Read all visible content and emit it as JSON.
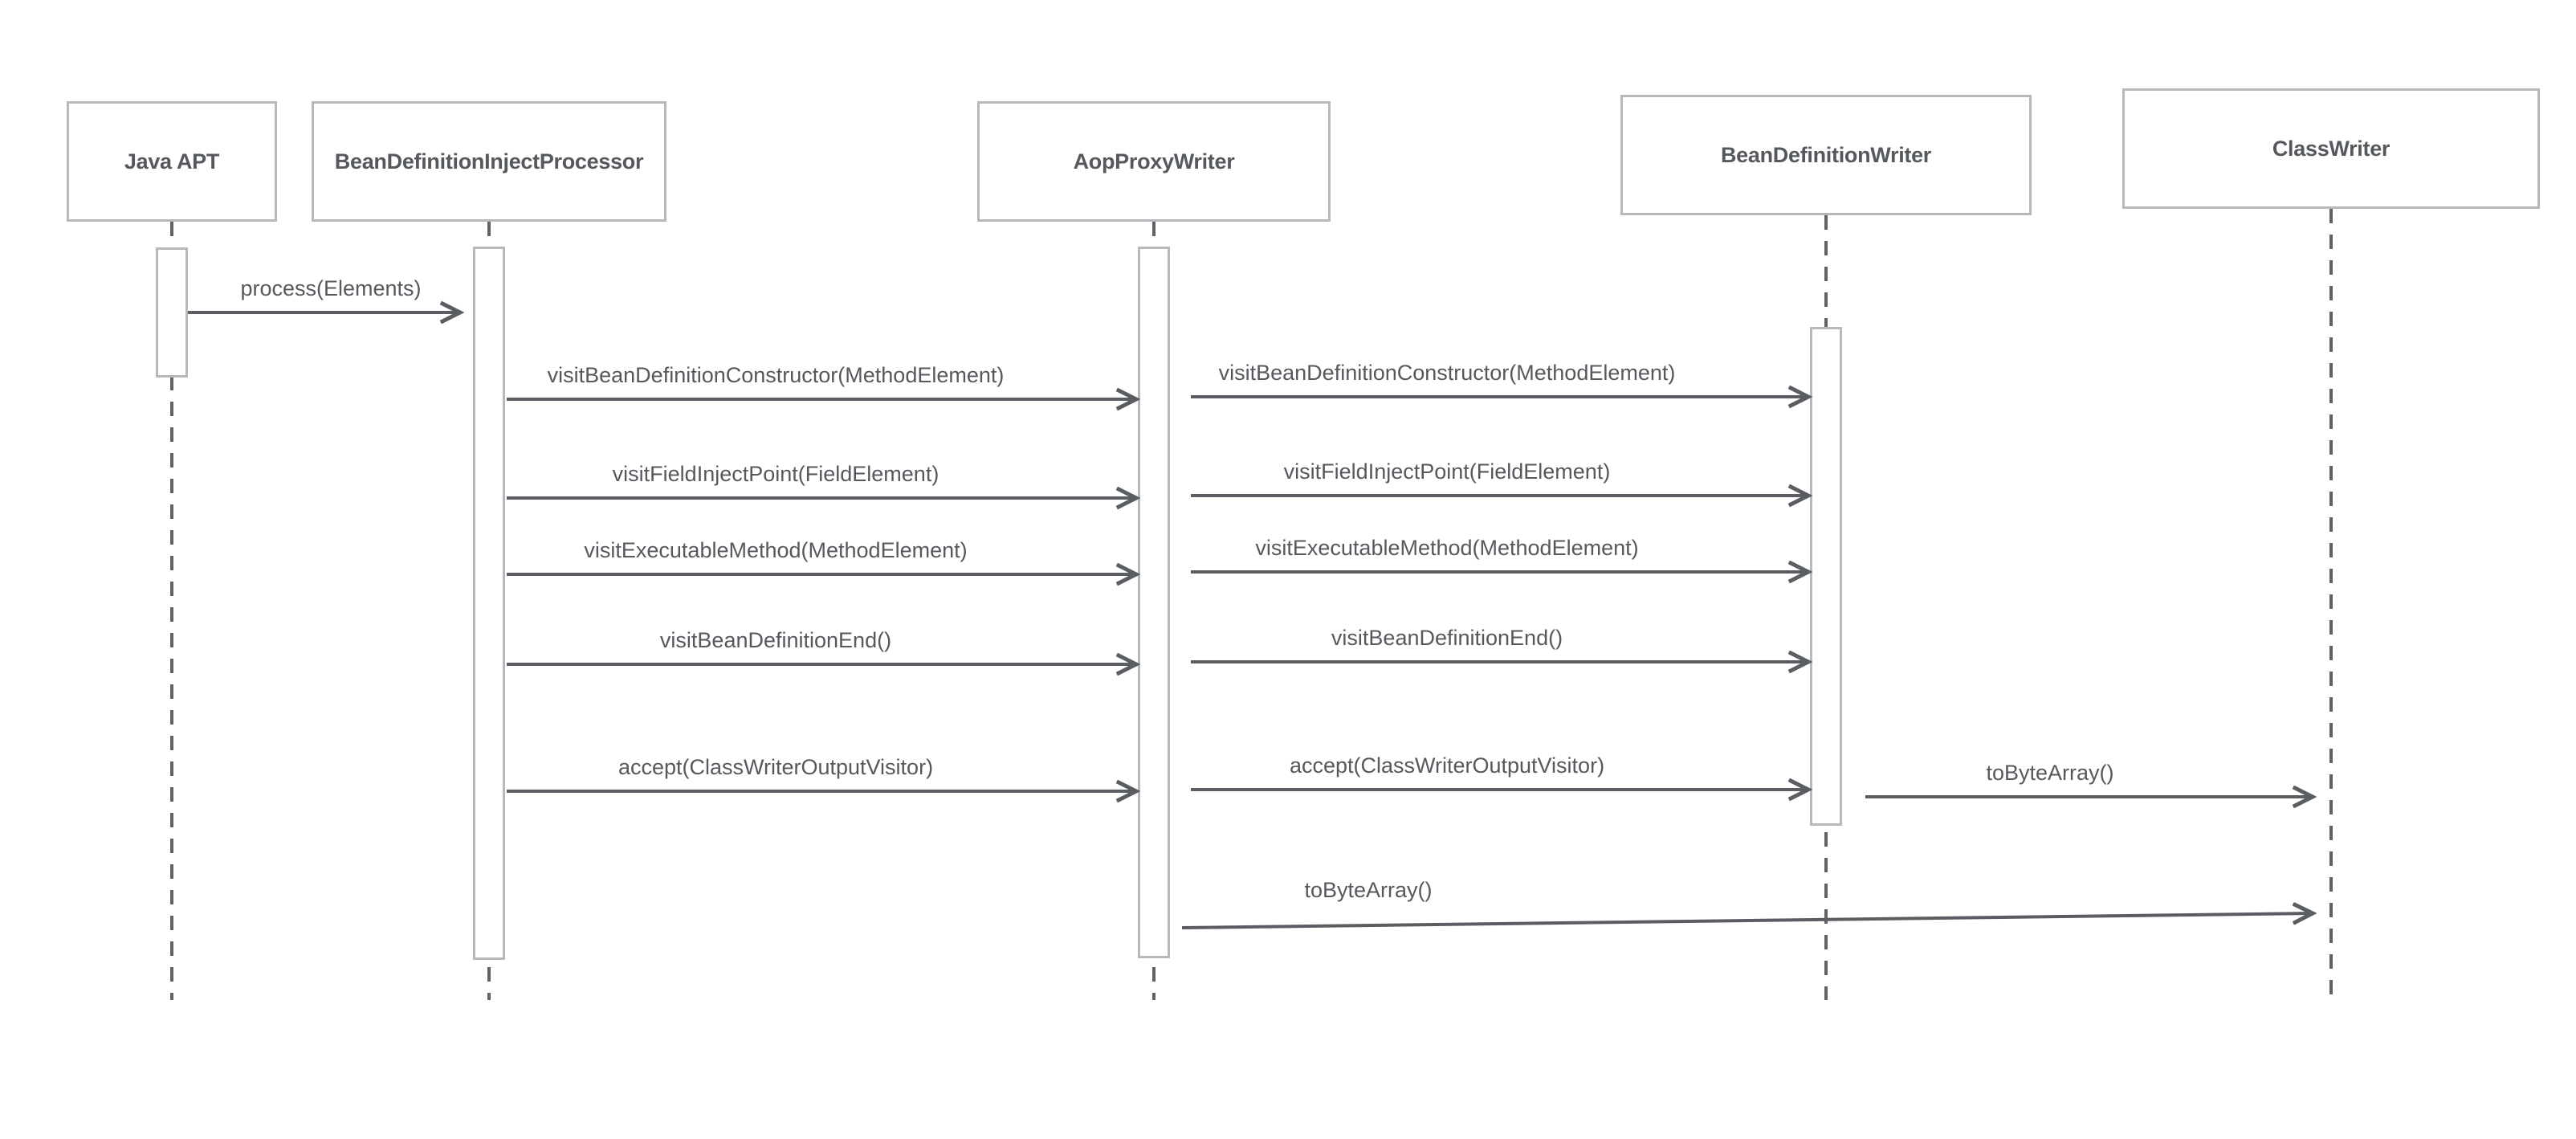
{
  "diagram": {
    "type": "uml-sequence-diagram",
    "participants": [
      {
        "id": "java-apt",
        "label": "Java APT"
      },
      {
        "id": "bean-definition-inject-processor",
        "label": "BeanDefinitionInjectProcessor"
      },
      {
        "id": "aop-proxy-writer",
        "label": "AopProxyWriter"
      },
      {
        "id": "bean-definition-writer",
        "label": "BeanDefinitionWriter"
      },
      {
        "id": "class-writer",
        "label": "ClassWriter"
      }
    ],
    "messages": [
      {
        "from": "Java APT",
        "to": "BeanDefinitionInjectProcessor",
        "label": "process(Elements)"
      },
      {
        "from": "BeanDefinitionInjectProcessor",
        "to": "AopProxyWriter",
        "label": "visitBeanDefinitionConstructor(MethodElement)"
      },
      {
        "from": "AopProxyWriter",
        "to": "BeanDefinitionWriter",
        "label": "visitBeanDefinitionConstructor(MethodElement)"
      },
      {
        "from": "BeanDefinitionInjectProcessor",
        "to": "AopProxyWriter",
        "label": "visitFieldInjectPoint(FieldElement)"
      },
      {
        "from": "AopProxyWriter",
        "to": "BeanDefinitionWriter",
        "label": "visitFieldInjectPoint(FieldElement)"
      },
      {
        "from": "BeanDefinitionInjectProcessor",
        "to": "AopProxyWriter",
        "label": "visitExecutableMethod(MethodElement)"
      },
      {
        "from": "AopProxyWriter",
        "to": "BeanDefinitionWriter",
        "label": "visitExecutableMethod(MethodElement)"
      },
      {
        "from": "BeanDefinitionInjectProcessor",
        "to": "AopProxyWriter",
        "label": "visitBeanDefinitionEnd()"
      },
      {
        "from": "AopProxyWriter",
        "to": "BeanDefinitionWriter",
        "label": "visitBeanDefinitionEnd()"
      },
      {
        "from": "BeanDefinitionInjectProcessor",
        "to": "AopProxyWriter",
        "label": "accept(ClassWriterOutputVisitor)"
      },
      {
        "from": "AopProxyWriter",
        "to": "BeanDefinitionWriter",
        "label": "accept(ClassWriterOutputVisitor)"
      },
      {
        "from": "BeanDefinitionWriter",
        "to": "ClassWriter",
        "label": "toByteArray()"
      },
      {
        "from": "AopProxyWriter",
        "to": "ClassWriter",
        "label": "toByteArray()"
      }
    ],
    "colors": {
      "box_border": "#b6b9bc",
      "text": "#55595d",
      "arrow": "#5a5e62",
      "lifeline": "#5f6367",
      "background": "#ffffff"
    }
  }
}
